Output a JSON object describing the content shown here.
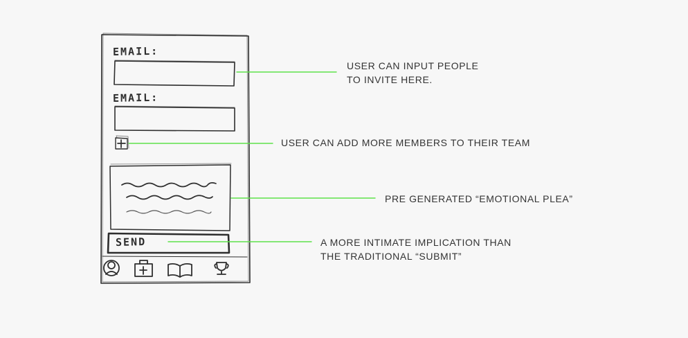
{
  "phone": {
    "email_label_1": "EMAIL:",
    "email_label_2": "EMAIL:",
    "send_label": "SEND",
    "add_icon": "plus-square-icon",
    "nav_icons": [
      "profile-icon",
      "medical-kit-icon",
      "book-icon",
      "trophy-icon"
    ]
  },
  "annotations": {
    "invite": [
      "USER CAN INPUT PEOPLE",
      "TO INVITE HERE."
    ],
    "add_members": [
      "USER CAN ADD MORE MEMBERS TO THEIR TEAM"
    ],
    "plea": [
      "PRE GENERATED “EMOTIONAL PLEA”"
    ],
    "send": [
      "A MORE INTIMATE IMPLICATION THAN",
      "THE TRADITIONAL “SUBMIT”"
    ]
  },
  "colors": {
    "background": "#f7f7f7",
    "sketch_ink": "#2e2e2e",
    "connector": "#5fe24a",
    "annotation_text": "#333333"
  }
}
